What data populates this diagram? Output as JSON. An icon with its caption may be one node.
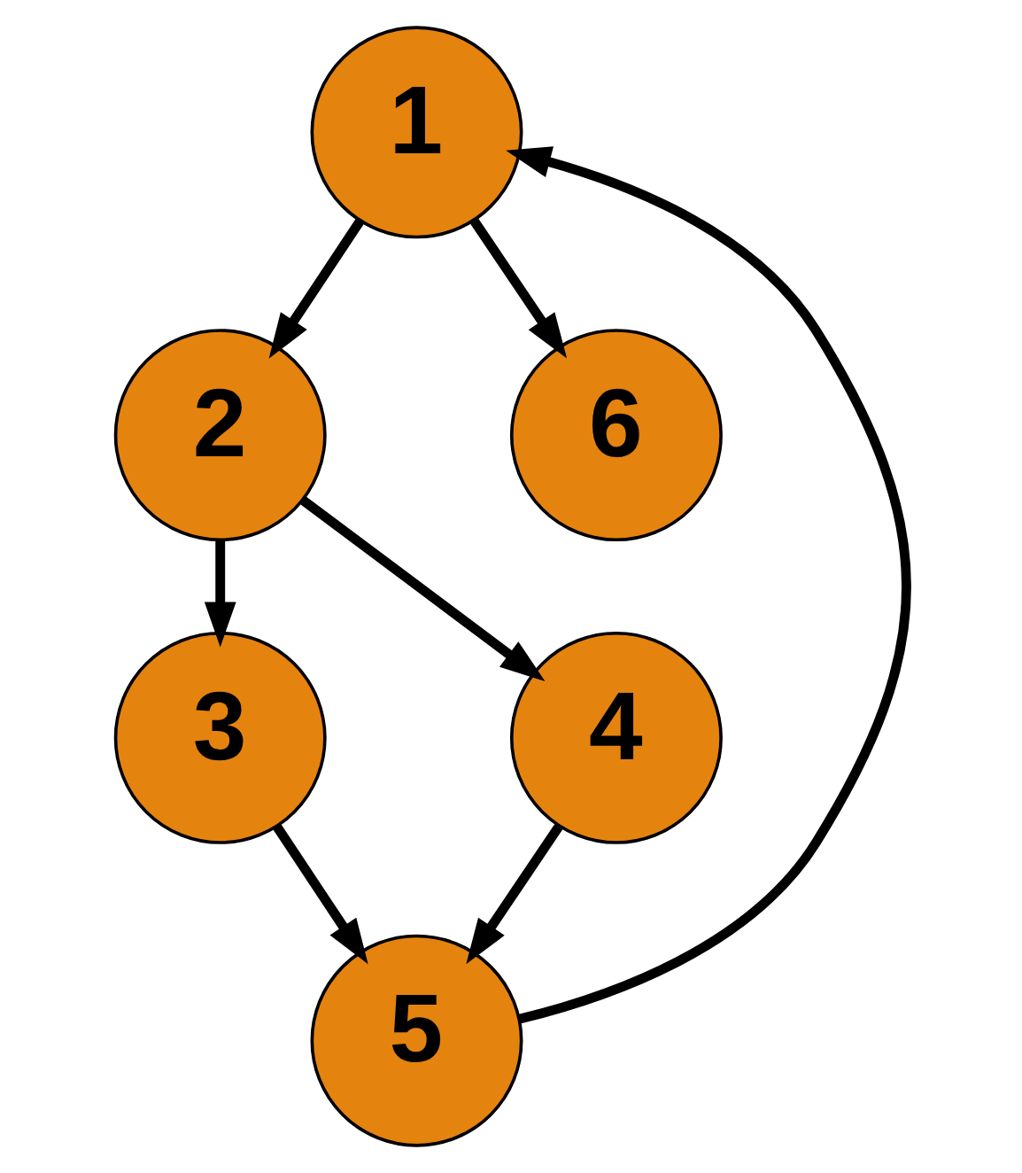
{
  "diagram": {
    "nodes": [
      {
        "text": [
          "1"
        ]
      },
      {
        "text": [
          "2"
        ]
      },
      {
        "text": [
          "3"
        ]
      },
      {
        "text": [
          "4"
        ]
      },
      {
        "text": [
          "5"
        ]
      },
      {
        "text": [
          "6"
        ]
      }
    ],
    "edges": [
      {
        "from": 0,
        "to": 1,
        "arrow": "to"
      },
      {
        "from": 1,
        "to": 2,
        "arrow": "to"
      },
      {
        "from": 1,
        "to": 3,
        "arrow": "to"
      },
      {
        "from": 2,
        "to": 4,
        "arrow": "to"
      },
      {
        "from": 3,
        "to": 4,
        "arrow": "to"
      },
      {
        "from": 4,
        "to": 0,
        "arrow": "to"
      },
      {
        "from": 0,
        "to": 5,
        "arrow": "to"
      }
    ]
  }
}
